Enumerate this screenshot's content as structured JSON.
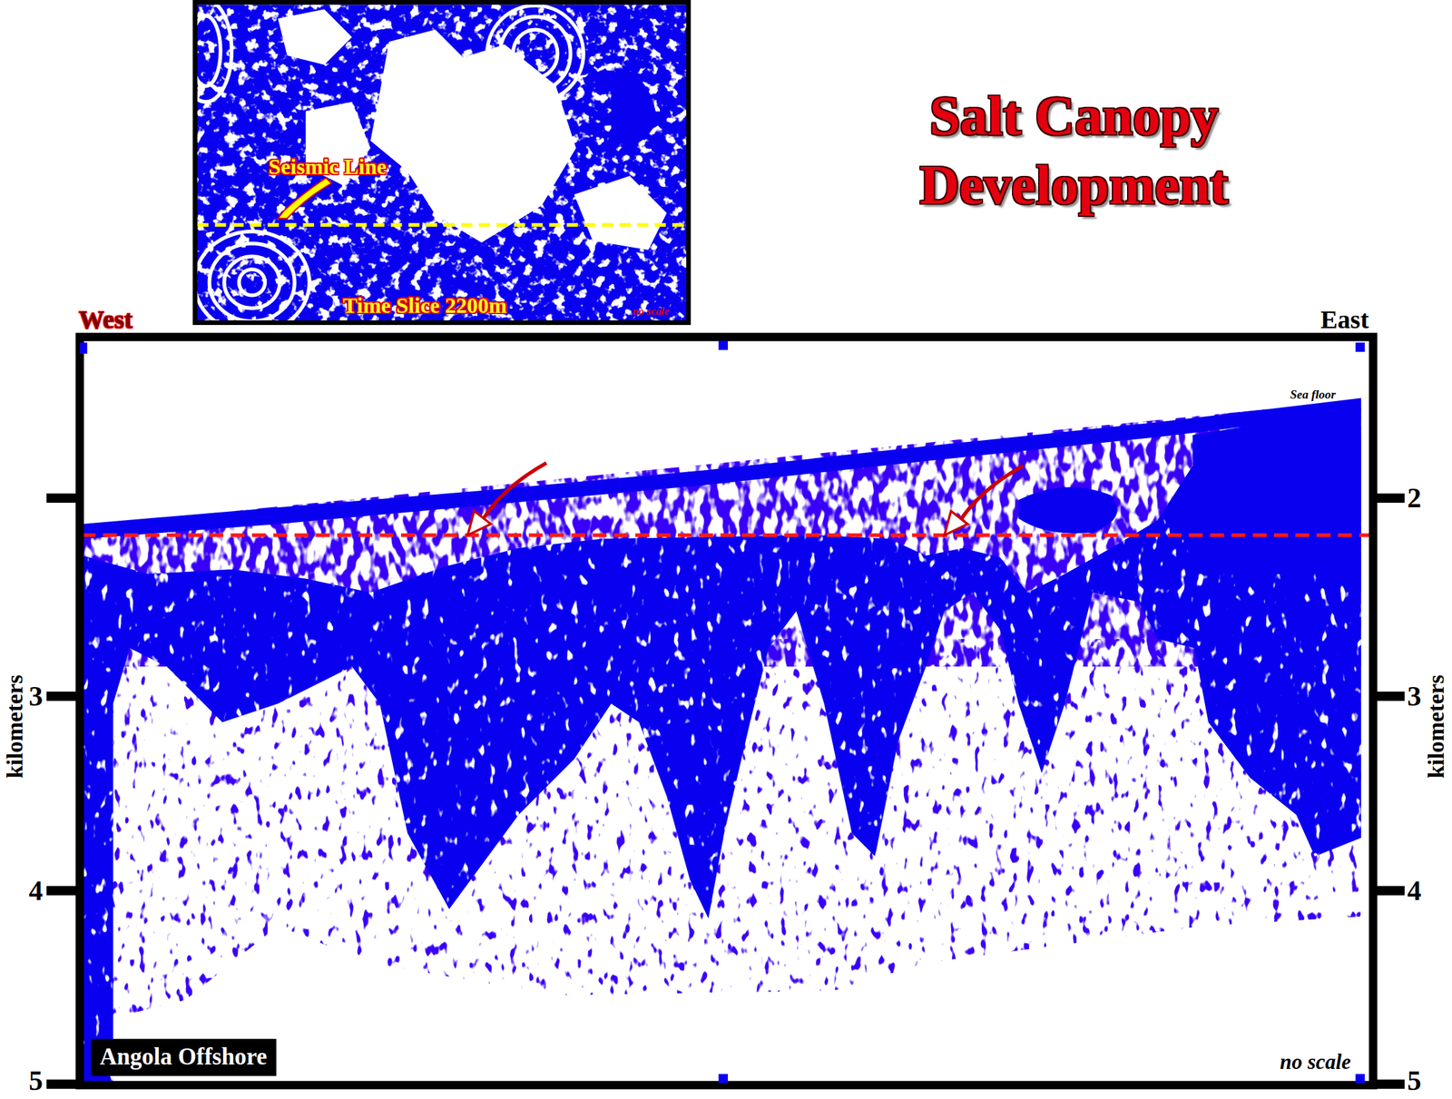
{
  "diagram": {
    "title": "Salt Canopy Development",
    "nodes": [
      {
        "text": [
          "Angola Offshore"
        ]
      }
    ],
    "labels": [
      "Seismic Line",
      "Time Slice 2200m",
      "no scale",
      "West",
      "East",
      "Sea floor",
      "2",
      "3",
      "3",
      "4",
      "4",
      "5",
      "5",
      "kilometers",
      "kilometers",
      "no scale"
    ]
  }
}
